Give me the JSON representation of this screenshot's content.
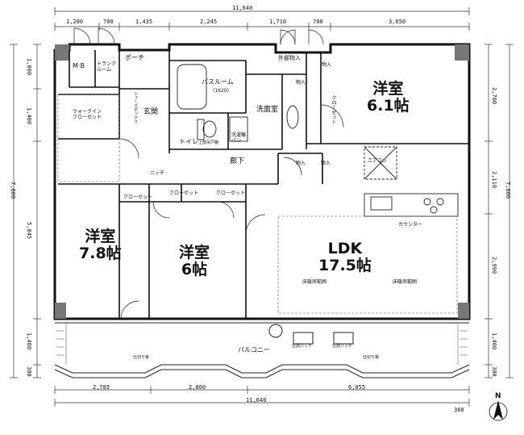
{
  "dimensions": {
    "top_total": "11,640",
    "top_segments": [
      "1,200",
      "700",
      "1,435",
      "2,245",
      "1,710",
      "700",
      "3,650"
    ],
    "bottom_segments": [
      "2,785",
      "2,800",
      "6,055"
    ],
    "bottom_total": "11,640",
    "left_total": "7,800",
    "left_segments": [
      "1,000",
      "1,400",
      "5,045",
      "1,400",
      "300"
    ],
    "right_total": "7,800",
    "right_segments": [
      "2,700",
      "2,110",
      "2,990",
      "1,400",
      "300"
    ],
    "corner": "360"
  },
  "rooms": {
    "western_1": {
      "name": "洋室",
      "size": "6.1帖"
    },
    "western_2": {
      "name": "洋室",
      "size": "7.8帖"
    },
    "western_3": {
      "name": "洋室",
      "size": "6帖"
    },
    "ldk": {
      "name": "LDK",
      "size": "17.5帖"
    }
  },
  "labels": {
    "mb": "M·B",
    "trunk_room": [
      "トランク",
      "ルーム"
    ],
    "porch": "ポーチ",
    "outer_storage": "外部物入",
    "bathroom": "バスルーム",
    "bath_size": "(1620)",
    "washroom": "洗面室",
    "entrance": "玄関",
    "shoes_closet": "シューズボックス",
    "walk_in_closet": [
      "ウォークイン",
      "クローゼット"
    ],
    "toilet": "トイレ",
    "toilet_note": "上部吊戸棚",
    "laundry": [
      "洗濯機",
      "パン"
    ],
    "hallway": "廊下",
    "storage": "物入",
    "closet": "クローゼット",
    "niche": "ニッチ",
    "kitchen_note": "カウンター",
    "balcony": "バルコニー",
    "floor_heating_1": "床暖房範囲",
    "floor_heating_2": "床暖房範囲",
    "aircon_1": "空調ハッチ",
    "aircon_2": "空調ハッチ",
    "partition_1": "仕切り板",
    "partition_2": "仕切り板",
    "ac_unit": "エアコン"
  },
  "compass": {
    "north": "N"
  }
}
